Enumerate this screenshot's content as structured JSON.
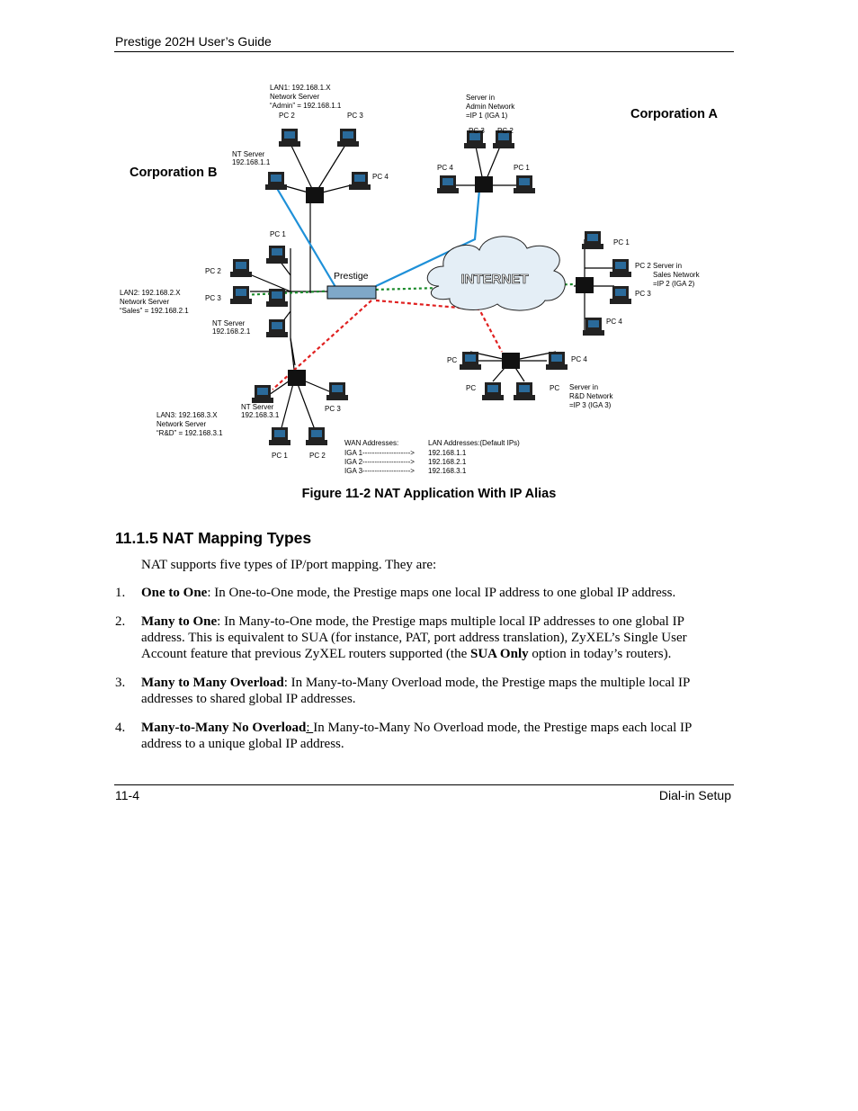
{
  "header": {
    "title": "Prestige 202H User’s Guide"
  },
  "figure": {
    "corp_a": "Corporation A",
    "corp_b": "Corporation B",
    "internet": "INTERNET",
    "prestige": "Prestige",
    "lan1": [
      "LAN1: 192.168.1.X",
      "Network Server",
      "“Admin” = 192.168.1.1"
    ],
    "lan2": [
      "LAN2: 192.168.2.X",
      "Network Server",
      "“Sales” = 192.168.2.1"
    ],
    "lan3": [
      "LAN3: 192.168.3.X",
      "Network Server",
      "“R&D” = 192.168.3.1"
    ],
    "nt_server_1": [
      "NT Server",
      "192.168.1.1"
    ],
    "nt_server_2": [
      "NT Server",
      "192.168.2.1"
    ],
    "nt_server_3": [
      "NT Server",
      "192.168.3.1"
    ],
    "server_admin": [
      "Server in",
      "Admin Network",
      "=IP 1 (IGA 1)"
    ],
    "server_sales": [
      "Server in",
      "Sales Network",
      "=IP 2 (IGA 2)"
    ],
    "server_rd": [
      "Server in",
      "R&D Network",
      "=IP 3 (IGA 3)"
    ],
    "pc": {
      "pc1": "PC 1",
      "pc2": "PC 2",
      "pc3": "PC 3",
      "pc4": "PC 4",
      "pc": "PC"
    },
    "wan_header": "WAN Addresses:",
    "lan_header": "LAN Addresses:(Default IPs)",
    "wan": [
      "IGA 1-------------------->",
      "IGA 2-------------------->",
      "IGA 3-------------------->"
    ],
    "lan": [
      "192.168.1.1",
      "192.168.2.1",
      "192.168.3.1"
    ],
    "colors": {
      "blue": "#1e90d8",
      "green": "#1a8a2a",
      "red": "#e02020"
    }
  },
  "caption": "Figure 11-2 NAT Application With IP Alias",
  "section_title": "11.1.5 NAT Mapping Types",
  "intro": "NAT supports five types of IP/port mapping. They are:",
  "items": [
    {
      "num": "1.",
      "term": "One to One",
      "sep": ": ",
      "text": "In One-to-One mode, the Prestige maps one local IP address to one global IP address."
    },
    {
      "num": "2.",
      "term": "Many to One",
      "sep": ": ",
      "text": "In Many-to-One mode, the Prestige maps multiple local IP addresses to one global IP address. This is equivalent to SUA (for instance, PAT, port address translation), ZyXEL’s Single User Account feature that previous ZyXEL routers supported (the ",
      "term2": "SUA Only",
      "text2": " option in today’s routers)."
    },
    {
      "num": "3.",
      "term": "Many to Many Overload",
      "sep": ": ",
      "text": "In Many-to-Many Overload mode, the Prestige maps the multiple local IP addresses to shared global IP addresses."
    },
    {
      "num": "4.",
      "term": "Many-to-Many No Overload",
      "sep": ": ",
      "text": "In Many-to-Many No Overload mode, the Prestige maps each local IP address to a unique global IP address."
    }
  ],
  "footer": {
    "left": "11-4",
    "right": "Dial-in Setup"
  }
}
